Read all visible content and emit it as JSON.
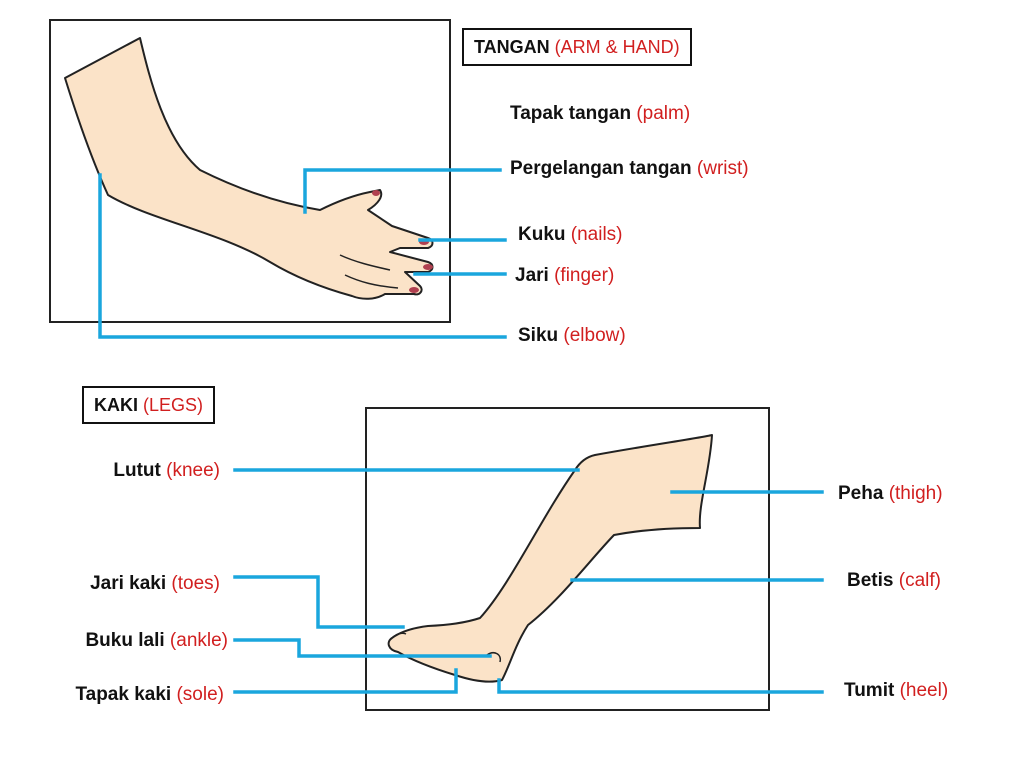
{
  "colors": {
    "leader": "#1aa6dd",
    "skin": "#fbe3c8",
    "outline": "#222222",
    "nail": "#b04050",
    "english": "#d11f1f"
  },
  "arm": {
    "title": {
      "main": "TANGAN",
      "en": "(ARM & HAND)"
    },
    "labels": {
      "palm": {
        "main": "Tapak tangan",
        "en": "(palm)"
      },
      "wrist": {
        "main": "Pergelangan tangan",
        "en": "(wrist)"
      },
      "nails": {
        "main": "Kuku",
        "en": "(nails)"
      },
      "finger": {
        "main": "Jari",
        "en": "(finger)"
      },
      "elbow": {
        "main": "Siku",
        "en": "(elbow)"
      }
    }
  },
  "legs": {
    "title": {
      "main": "KAKI",
      "en": "(LEGS)"
    },
    "labels": {
      "knee": {
        "main": "Lutut",
        "en": "(knee)"
      },
      "toes": {
        "main": "Jari kaki",
        "en": "(toes)"
      },
      "ankle": {
        "main": "Buku lali",
        "en": "(ankle)"
      },
      "sole": {
        "main": "Tapak kaki",
        "en": "(sole)"
      },
      "thigh": {
        "main": "Peha",
        "en": "(thigh)"
      },
      "calf": {
        "main": "Betis",
        "en": "(calf)"
      },
      "heel": {
        "main": "Tumit",
        "en": "(heel)"
      }
    }
  }
}
